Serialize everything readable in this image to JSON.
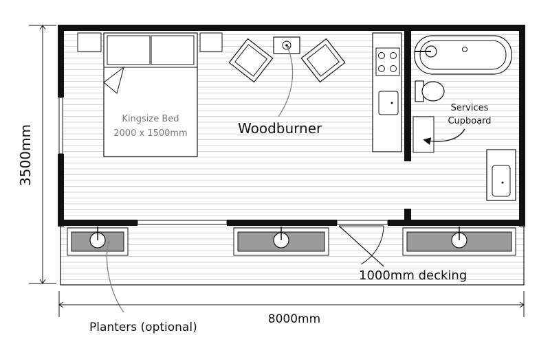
{
  "labels": {
    "bed_title": "Kingsize Bed",
    "bed_size": "2000 x 1500mm",
    "woodburner": "Woodburner",
    "services_line1": "Services",
    "services_line2": "Cupboard",
    "decking": "1000mm decking",
    "planters": "Planters (optional)",
    "width": "8000mm",
    "height": "3500mm"
  },
  "colors": {
    "wall": "#111111",
    "floorboard": "#c8c8c8",
    "fixture_fill": "#ffffff",
    "planter_fill": "#9a9a9a",
    "annotation_arrow": "#888888"
  }
}
